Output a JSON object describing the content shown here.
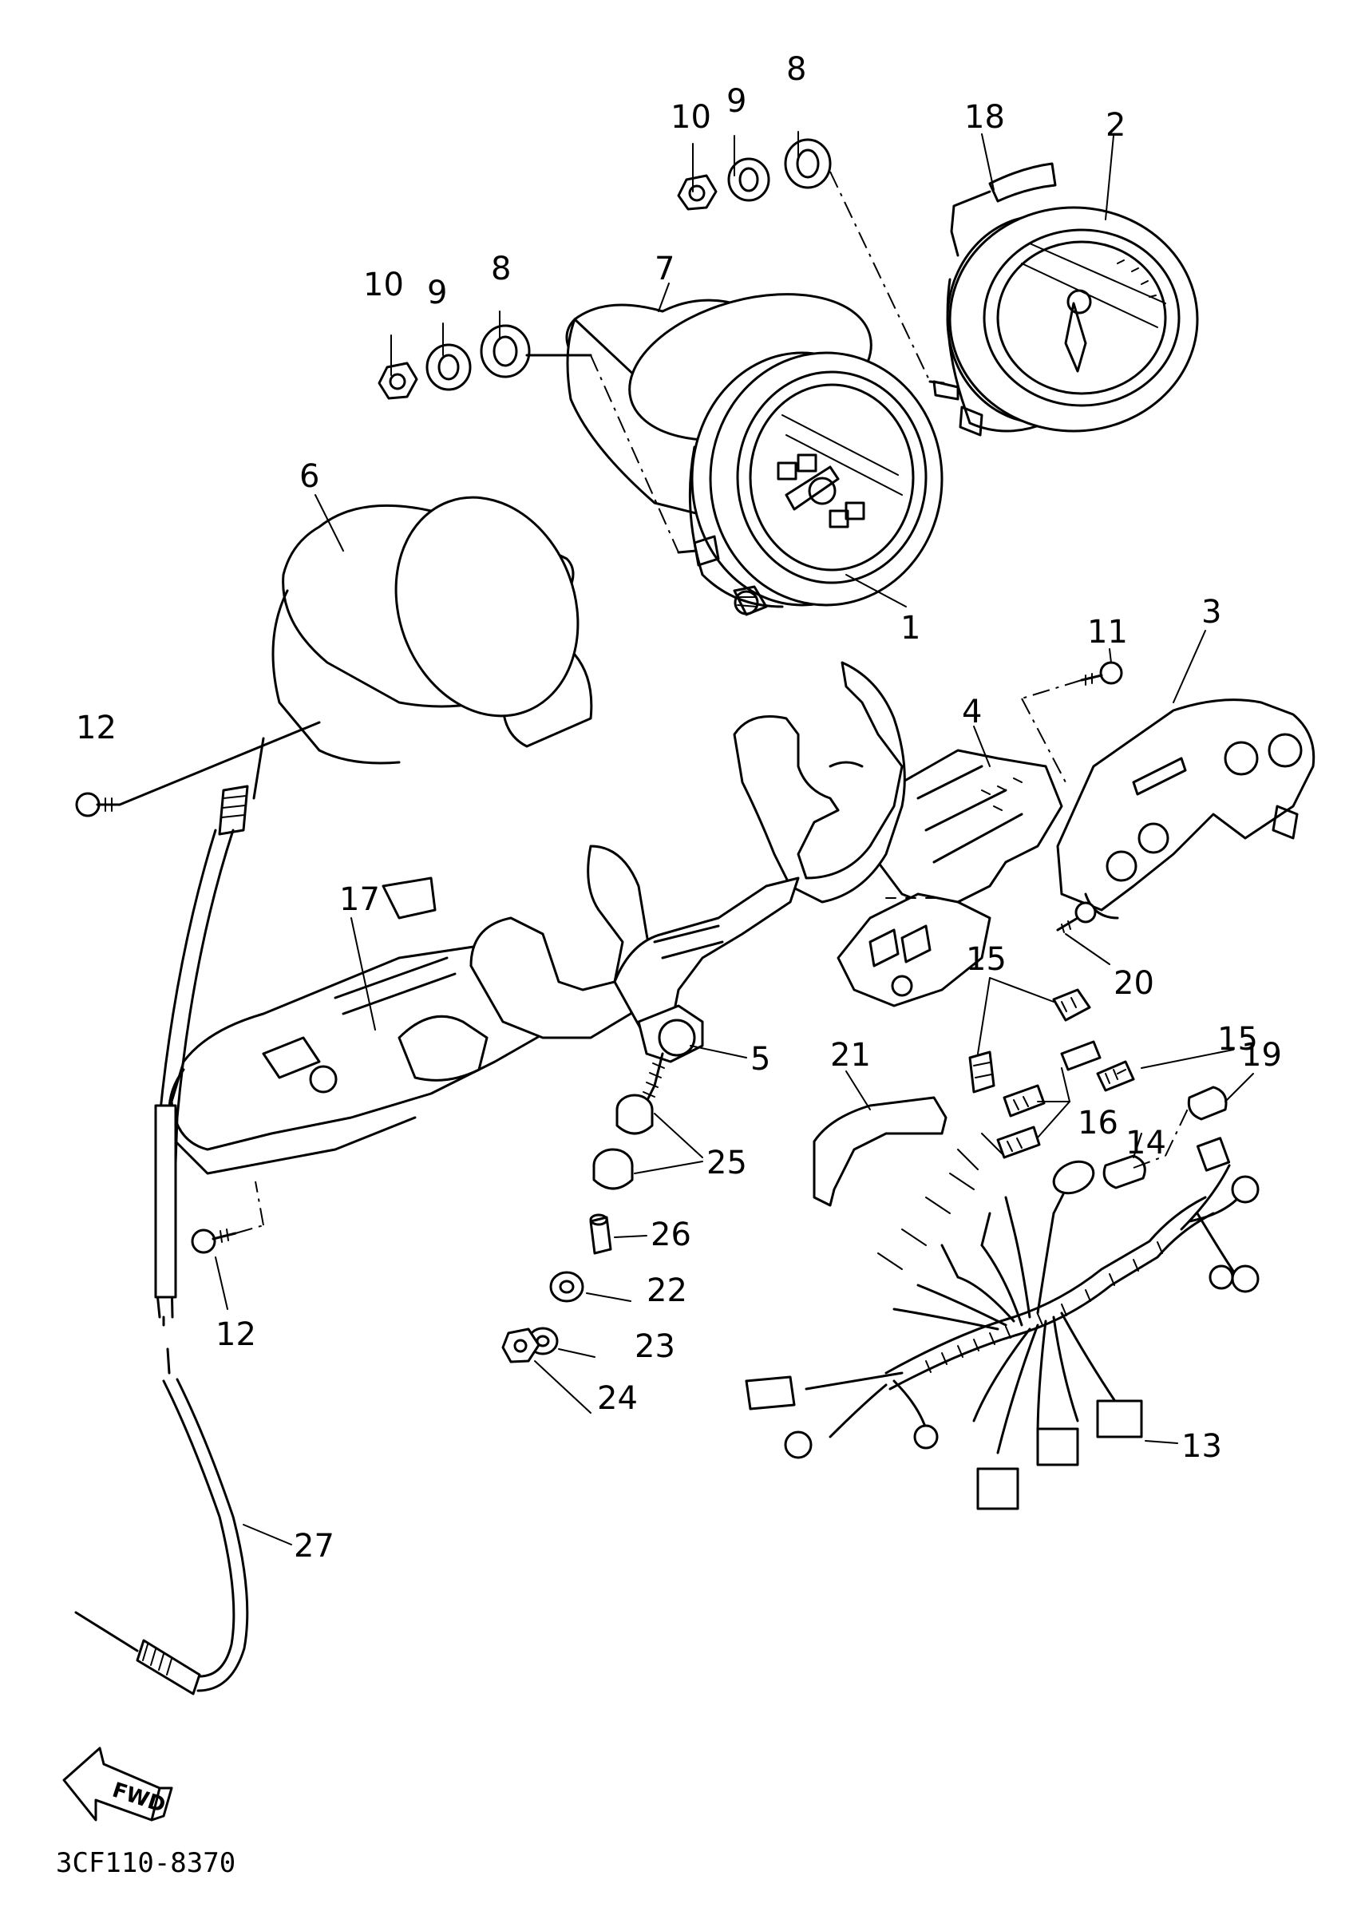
{
  "diagram": {
    "drawing_code": "3CF110-8370",
    "direction_label": "FWD",
    "callouts": [
      {
        "id": "c1",
        "text": "1"
      },
      {
        "id": "c2",
        "text": "2"
      },
      {
        "id": "c3",
        "text": "3"
      },
      {
        "id": "c4",
        "text": "4"
      },
      {
        "id": "c5",
        "text": "5"
      },
      {
        "id": "c6",
        "text": "6"
      },
      {
        "id": "c7",
        "text": "7"
      },
      {
        "id": "c8a",
        "text": "8"
      },
      {
        "id": "c8b",
        "text": "8"
      },
      {
        "id": "c9a",
        "text": "9"
      },
      {
        "id": "c9b",
        "text": "9"
      },
      {
        "id": "c10a",
        "text": "10"
      },
      {
        "id": "c10b",
        "text": "10"
      },
      {
        "id": "c11",
        "text": "11"
      },
      {
        "id": "c12a",
        "text": "12"
      },
      {
        "id": "c12b",
        "text": "12"
      },
      {
        "id": "c13",
        "text": "13"
      },
      {
        "id": "c14",
        "text": "14"
      },
      {
        "id": "c15a",
        "text": "15"
      },
      {
        "id": "c15b",
        "text": "15"
      },
      {
        "id": "c16",
        "text": "16"
      },
      {
        "id": "c17",
        "text": "17"
      },
      {
        "id": "c18",
        "text": "18"
      },
      {
        "id": "c19",
        "text": "19"
      },
      {
        "id": "c20",
        "text": "20"
      },
      {
        "id": "c21",
        "text": "21"
      },
      {
        "id": "c22",
        "text": "22"
      },
      {
        "id": "c23",
        "text": "23"
      },
      {
        "id": "c24",
        "text": "24"
      },
      {
        "id": "c25",
        "text": "25"
      },
      {
        "id": "c26",
        "text": "26"
      },
      {
        "id": "c27",
        "text": "27"
      }
    ]
  }
}
